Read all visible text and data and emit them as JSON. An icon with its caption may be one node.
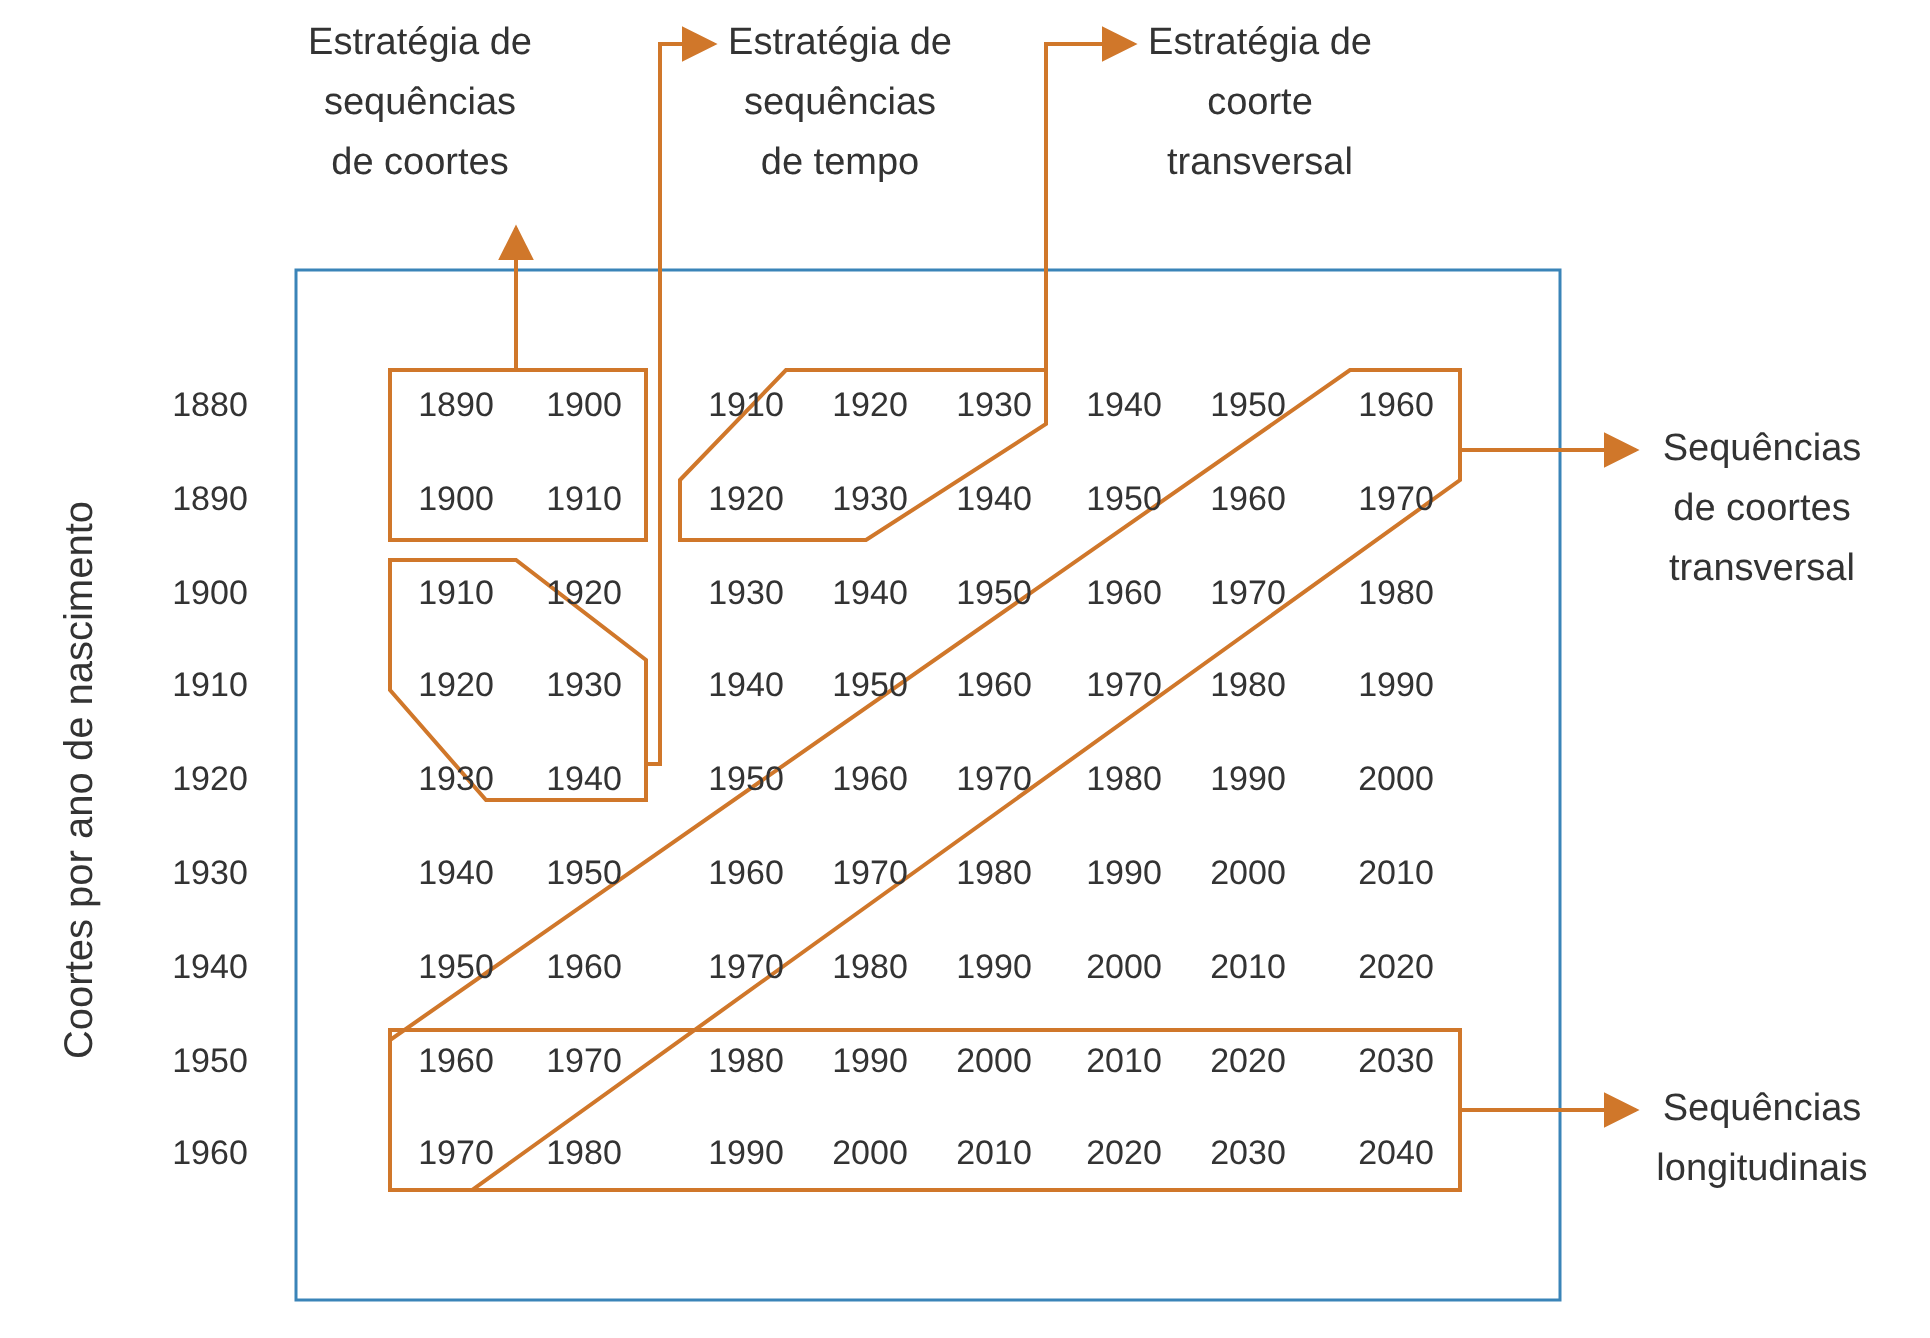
{
  "diagram": {
    "nodes": [
      {
        "text": [
          "Estratégia de sequências de coortes"
        ]
      },
      {
        "text": [
          "Estratégia de sequências de tempo"
        ]
      },
      {
        "text": [
          "Estratégia de coorte transversal"
        ]
      },
      {
        "text": [
          "Sequências de coortes transversal"
        ]
      },
      {
        "text": [
          "Sequências longitudinais"
        ]
      },
      {
        "text": [],
        "shape": "box"
      },
      {
        "text": [],
        "shape": "hexagon"
      },
      {
        "text": [],
        "shape": "parallelogram"
      },
      {
        "text": [],
        "shape": "band"
      },
      {
        "text": [],
        "shape": "box"
      }
    ],
    "edges": [
      {
        "from": 5,
        "to": 0,
        "arrow": "to"
      },
      {
        "from": 6,
        "to": 1,
        "arrow": "to"
      },
      {
        "from": 7,
        "to": 2,
        "arrow": "to"
      },
      {
        "from": 8,
        "to": 3,
        "arrow": "to"
      },
      {
        "from": 9,
        "to": 4,
        "arrow": "to"
      }
    ],
    "labels": [
      "Coortes por ano de nascimento",
      "1880",
      "1890",
      "1900",
      "1910",
      "1920",
      "1930",
      "1940",
      "1950",
      "1960",
      "1890",
      "1900",
      "1910",
      "1920",
      "1930",
      "1940",
      "1950",
      "1960",
      "1970",
      "1900",
      "1910",
      "1920",
      "1930",
      "1940",
      "1950",
      "1960",
      "1970",
      "1980",
      "1910",
      "1920",
      "1930",
      "1940",
      "1950",
      "1960",
      "1970",
      "1980",
      "1990",
      "1920",
      "1930",
      "1940",
      "1950",
      "1960",
      "1970",
      "1980",
      "1990",
      "2000",
      "1930",
      "1940",
      "1950",
      "1960",
      "1970",
      "1980",
      "1990",
      "2000",
      "2010",
      "1940",
      "1950",
      "1960",
      "1970",
      "1980",
      "1990",
      "2000",
      "2010",
      "2020",
      "1950",
      "1960",
      "1970",
      "1980",
      "1990",
      "2000",
      "2010",
      "2020",
      "2030",
      "1960",
      "1970",
      "1980",
      "1990",
      "2000",
      "2010",
      "2020",
      "2030",
      "2040"
    ]
  }
}
